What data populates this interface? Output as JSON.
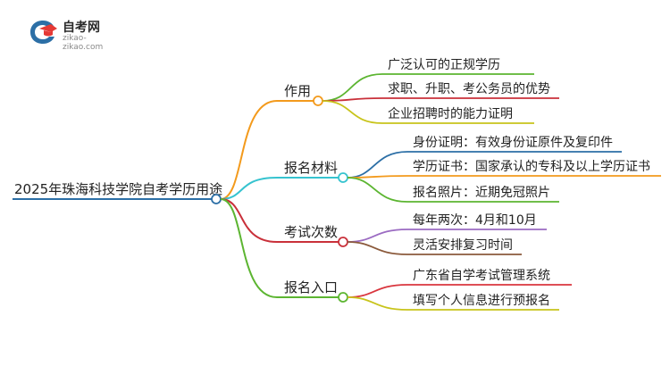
{
  "logo": {
    "title": "自考网",
    "url": "zikao-zikao.com",
    "icon": "graduation-cap-icon"
  },
  "root": {
    "label": "2025年珠海科技学院自考学历用途"
  },
  "branches": [
    {
      "label": "作用",
      "color": "#f39a1c",
      "leaves": [
        {
          "label": "广泛认可的正规学历",
          "color": "#5cb531"
        },
        {
          "label": "求职、升职、考公务员的优势",
          "color": "#c9303a"
        },
        {
          "label": "企业招聘时的能力证明",
          "color": "#c8c41b"
        }
      ]
    },
    {
      "label": "报名材料",
      "color": "#36c3cf",
      "leaves": [
        {
          "label": "身份证明：有效身份证原件及复印件",
          "color": "#2c6fa6"
        },
        {
          "label": "学历证书：国家承认的专科及以上学历证书",
          "color": "#f39a1c"
        },
        {
          "label": "报名照片：近期免冠照片",
          "color": "#5cb531"
        }
      ]
    },
    {
      "label": "考试次数",
      "color": "#c9303a",
      "leaves": [
        {
          "label": "每年两次：4月和10月",
          "color": "#9b6bc2"
        },
        {
          "label": "灵活安排复习时间",
          "color": "#8b5a3c"
        }
      ]
    },
    {
      "label": "报名入口",
      "color": "#5cb531",
      "leaves": [
        {
          "label": "广东省自学考试管理系统",
          "color": "#d9363e"
        },
        {
          "label": "填写个人信息进行预报名",
          "color": "#c8c41b"
        }
      ]
    }
  ],
  "colors": {
    "root_line": "#2c6fa6",
    "text": "#222222"
  }
}
